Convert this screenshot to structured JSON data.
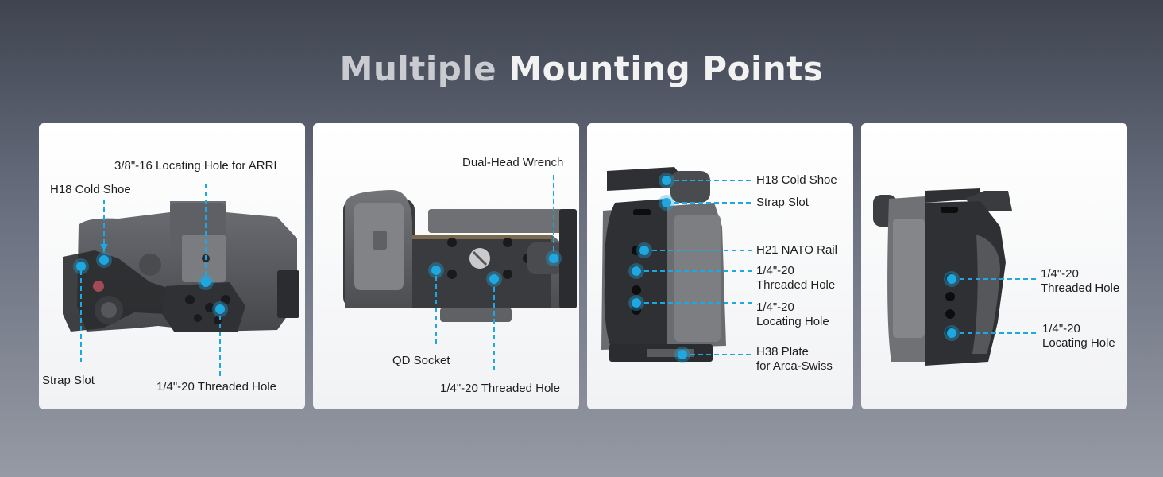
{
  "title": {
    "part1": "Multiple",
    "part2": "Mounting Points"
  },
  "panels": [
    {
      "view": "top",
      "labels": {
        "cold_shoe": "H18 Cold Shoe",
        "arri_hole": "3/8\"-16 Locating Hole for ARRI",
        "strap_slot": "Strap Slot",
        "threaded_hole": "1/4\"-20 Threaded Hole"
      }
    },
    {
      "view": "bottom",
      "labels": {
        "wrench": "Dual-Head Wrench",
        "qd_socket": "QD Socket",
        "threaded_hole": "1/4\"-20 Threaded Hole"
      }
    },
    {
      "view": "left-side",
      "labels": {
        "cold_shoe": "H18 Cold Shoe",
        "strap_slot": "Strap Slot",
        "nato_rail": "H21 NATO Rail",
        "threaded_hole_l1": "1/4\"-20",
        "threaded_hole_l2": "Threaded Hole",
        "locating_hole_l1": "1/4\"-20",
        "locating_hole_l2": "Locating Hole",
        "plate_l1": "H38 Plate",
        "plate_l2": "for Arca-Swiss"
      }
    },
    {
      "view": "right-side",
      "labels": {
        "threaded_hole_l1": "1/4\"-20",
        "threaded_hole_l2": "Threaded Hole",
        "locating_hole_l1": "1/4\"-20",
        "locating_hole_l2": "Locating Hole"
      }
    }
  ],
  "colors": {
    "accent": "#1fa8e0",
    "text": "#1e1e1e",
    "body": "#5b5d62",
    "cage": "#2f3033"
  }
}
